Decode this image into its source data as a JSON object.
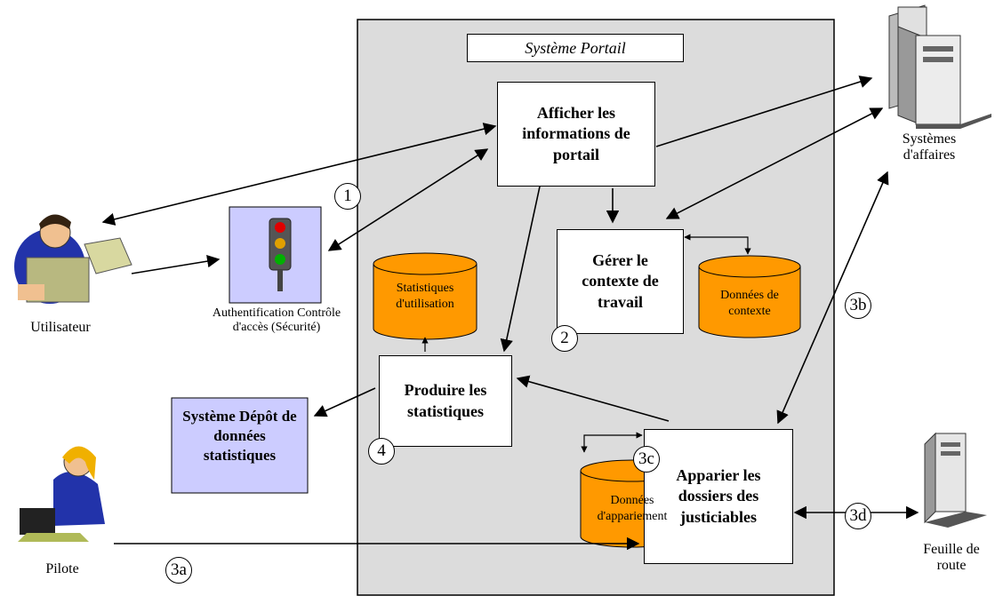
{
  "system_title": "Système Portail",
  "processes": {
    "display": "Afficher les informations de portail",
    "context": "Gérer le contexte de travail",
    "stats": "Produire les statistiques",
    "match": "Apparier les dossiers des justiciables"
  },
  "stores": {
    "usage_stats": "Statistiques d'utilisation",
    "context_data": "Données de contexte",
    "matching_data": "Données d'appariement"
  },
  "actors": {
    "user": "Utilisateur",
    "auth": "Authentification Contrôle d'accès (Sécurité)",
    "pilot": "Pilote",
    "business_systems": "Systèmes d'affaires",
    "roadmap": "Feuille de route",
    "warehouse": "Système Dépôt de données statistiques"
  },
  "step_numbers": {
    "n1": "1",
    "n2": "2",
    "n3a": "3a",
    "n3b": "3b",
    "n3c": "3c",
    "n3d": "3d",
    "n4": "4"
  },
  "colors": {
    "system_bg": "#dcdcdc",
    "store_fill": "#ff9900",
    "auth_fill": "#ccccff",
    "warehouse_fill": "#ccccff"
  }
}
